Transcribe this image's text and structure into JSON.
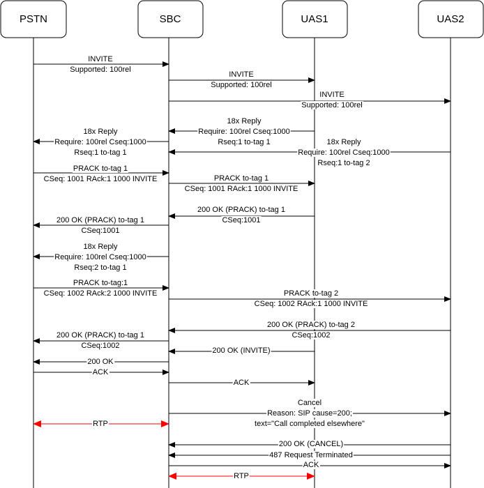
{
  "participants": [
    {
      "id": "pstn",
      "name": "PSTN"
    },
    {
      "id": "sbc",
      "name": "SBC"
    },
    {
      "id": "uas1",
      "name": "UAS1"
    },
    {
      "id": "uas2",
      "name": "UAS2"
    }
  ],
  "colors": {
    "rtp": "#ff0000",
    "line": "#000000"
  },
  "messages": [
    {
      "from": "pstn",
      "to": "sbc",
      "lines": [
        "INVITE",
        "Supported: 100rel"
      ]
    },
    {
      "from": "sbc",
      "to": "uas1",
      "lines": [
        "INVITE",
        "Supported: 100rel"
      ]
    },
    {
      "from": "sbc",
      "to": "uas2",
      "lines": [
        "INVITE",
        "Supported: 100rel"
      ]
    },
    {
      "from": "uas1",
      "to": "sbc",
      "lines": [
        "18x Reply",
        "Require: 100rel Cseq:1000",
        "Rseq:1 to-tag 1"
      ]
    },
    {
      "from": "sbc",
      "to": "pstn",
      "lines": [
        "18x Reply",
        "Require: 100rel Cseq:1000",
        "Rseq:1 to-tag 1"
      ]
    },
    {
      "from": "uas2",
      "to": "sbc",
      "lines": [
        "18x Reply",
        "Require: 100rel Cseq:1000",
        "Rseq:1 to-tag 2"
      ]
    },
    {
      "from": "pstn",
      "to": "sbc",
      "lines": [
        "PRACK to-tag 1",
        "CSeq: 1001 RAck:1 1000 INVITE"
      ]
    },
    {
      "from": "sbc",
      "to": "uas1",
      "lines": [
        "PRACK to-tag 1",
        "CSeq: 1001 RAck:1 1000 INVITE"
      ]
    },
    {
      "from": "uas1",
      "to": "sbc",
      "lines": [
        "200 OK (PRACK) to-tag 1",
        "CSeq:1001"
      ]
    },
    {
      "from": "sbc",
      "to": "pstn",
      "lines": [
        "200 OK (PRACK) to-tag 1",
        "CSeq:1001"
      ]
    },
    {
      "from": "sbc",
      "to": "pstn",
      "lines": [
        "18x Reply",
        "Require: 100rel Cseq:1000",
        "Rseq:2 to-tag 1"
      ]
    },
    {
      "from": "pstn",
      "to": "sbc",
      "lines": [
        "PRACK to-tag:1",
        "CSeq: 1002 RAck:2 1000 INVITE"
      ]
    },
    {
      "from": "sbc",
      "to": "uas2",
      "lines": [
        "PRACK to-tag 2",
        "CSeq: 1002 RAck:1 1000 INVITE"
      ]
    },
    {
      "from": "uas2",
      "to": "sbc",
      "lines": [
        "200 OK (PRACK) to-tag 2",
        "CSeq:1002"
      ]
    },
    {
      "from": "sbc",
      "to": "pstn",
      "lines": [
        "200 OK (PRACK) to-tag 1",
        "CSeq:1002"
      ]
    },
    {
      "from": "uas1",
      "to": "sbc",
      "lines": [
        "200 OK (INVITE)"
      ]
    },
    {
      "from": "sbc",
      "to": "pstn",
      "lines": [
        "200 OK"
      ]
    },
    {
      "from": "pstn",
      "to": "sbc",
      "lines": [
        "ACK"
      ]
    },
    {
      "from": "sbc",
      "to": "uas1",
      "lines": [
        "ACK"
      ]
    },
    {
      "from": "sbc",
      "to": "uas2",
      "lines": [
        "Cancel",
        "Reason: SIP cause=200;",
        "text=\"Call completed elsewhere\""
      ]
    },
    {
      "from": "pstn",
      "to": "sbc",
      "lines": [
        "RTP"
      ],
      "bidirectional": true,
      "style": "rtp"
    },
    {
      "from": "uas2",
      "to": "sbc",
      "lines": [
        "200 OK (CANCEL)"
      ]
    },
    {
      "from": "uas2",
      "to": "sbc",
      "lines": [
        "487 Request Terminated"
      ]
    },
    {
      "from": "sbc",
      "to": "uas2",
      "lines": [
        "ACK"
      ]
    },
    {
      "from": "sbc",
      "to": "uas1",
      "lines": [
        "RTP"
      ],
      "bidirectional": true,
      "style": "rtp"
    }
  ]
}
